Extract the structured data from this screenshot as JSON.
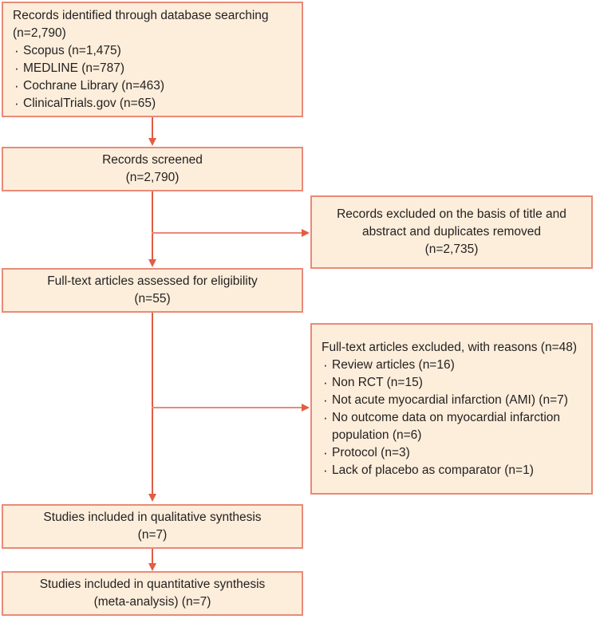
{
  "diagram": {
    "type": "prisma-flow-diagram",
    "colors": {
      "box_fill": "#fdeedb",
      "box_border": "#e98a78",
      "connector": "#e05e43",
      "text": "#231f20",
      "background": "#ffffff"
    }
  },
  "boxes": {
    "identification": {
      "heading": "Records identified through database searching\n(n=2,790)",
      "sources": [
        "Scopus (n=1,475)",
        "MEDLINE (n=787)",
        "Cochrane Library (n=463)",
        "ClinicalTrials.gov (n=65)"
      ]
    },
    "screened": {
      "text": "Records screened\n(n=2,790)"
    },
    "records_excluded": {
      "text": "Records excluded on the basis of title and abstract and duplicates removed\n(n=2,735)"
    },
    "eligibility": {
      "text": "Full-text articles assessed for eligibility\n(n=55)"
    },
    "fulltext_excluded": {
      "heading": "Full-text articles excluded, with reasons (n=48)",
      "reasons": [
        "Review articles (n=16)",
        "Non RCT (n=15)",
        "Not acute myocardial infarction (AMI) (n=7)",
        "No outcome data on myocardial infarction population (n=6)",
        "Protocol (n=3)",
        "Lack of placebo as comparator (n=1)"
      ]
    },
    "qualitative": {
      "text": "Studies included in qualitative synthesis\n(n=7)"
    },
    "quantitative": {
      "text": "Studies included in quantitative synthesis\n(meta-analysis) (n=7)"
    }
  },
  "chart_data": {
    "type": "diagram",
    "title": "PRISMA study selection flow",
    "nodes": [
      {
        "id": "identification",
        "label": "Records identified through database searching",
        "n": 2790
      },
      {
        "id": "scopus",
        "label": "Scopus",
        "n": 1475
      },
      {
        "id": "medline",
        "label": "MEDLINE",
        "n": 787
      },
      {
        "id": "cochrane",
        "label": "Cochrane Library",
        "n": 463
      },
      {
        "id": "clinicaltrials",
        "label": "ClinicalTrials.gov",
        "n": 65
      },
      {
        "id": "screened",
        "label": "Records screened",
        "n": 2790
      },
      {
        "id": "records_excluded",
        "label": "Records excluded on the basis of title and abstract and duplicates removed",
        "n": 2735
      },
      {
        "id": "eligibility",
        "label": "Full-text articles assessed for eligibility",
        "n": 55
      },
      {
        "id": "fulltext_excluded",
        "label": "Full-text articles excluded, with reasons",
        "n": 48
      },
      {
        "id": "review_articles",
        "label": "Review articles",
        "n": 16
      },
      {
        "id": "non_rct",
        "label": "Non RCT",
        "n": 15
      },
      {
        "id": "not_ami",
        "label": "Not acute myocardial infarction (AMI)",
        "n": 7
      },
      {
        "id": "no_outcome",
        "label": "No outcome data on myocardial infarction population",
        "n": 6
      },
      {
        "id": "protocol",
        "label": "Protocol",
        "n": 3
      },
      {
        "id": "no_placebo",
        "label": "Lack of placebo as comparator",
        "n": 1
      },
      {
        "id": "qualitative",
        "label": "Studies included in qualitative synthesis",
        "n": 7
      },
      {
        "id": "quantitative",
        "label": "Studies included in quantitative synthesis (meta-analysis)",
        "n": 7
      }
    ],
    "edges": [
      {
        "from": "identification",
        "to": "screened"
      },
      {
        "from": "screened",
        "to": "records_excluded"
      },
      {
        "from": "screened",
        "to": "eligibility"
      },
      {
        "from": "eligibility",
        "to": "fulltext_excluded"
      },
      {
        "from": "eligibility",
        "to": "qualitative"
      },
      {
        "from": "qualitative",
        "to": "quantitative"
      }
    ]
  }
}
